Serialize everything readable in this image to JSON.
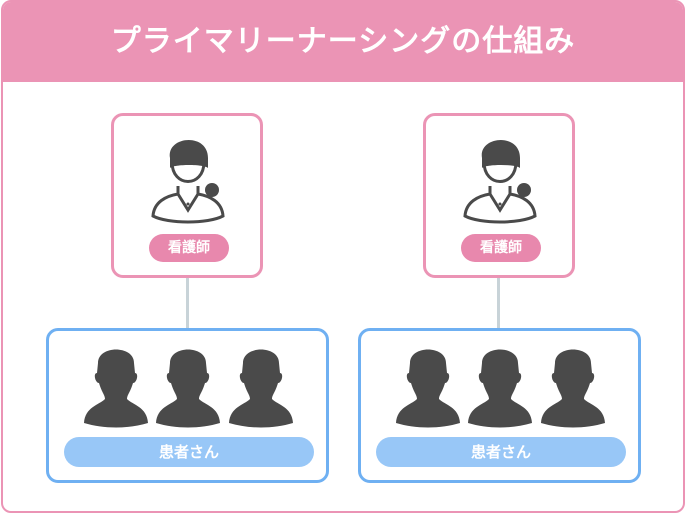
{
  "title": "プライマリーナーシングの仕組み",
  "groups": [
    {
      "nurse_label": "看護師",
      "patients_label": "患者さん"
    },
    {
      "nurse_label": "看護師",
      "patients_label": "患者さん"
    }
  ],
  "colors": {
    "pink": "#eb94b5",
    "blue": "#6fb0f2",
    "icon": "#4a4a4a"
  }
}
